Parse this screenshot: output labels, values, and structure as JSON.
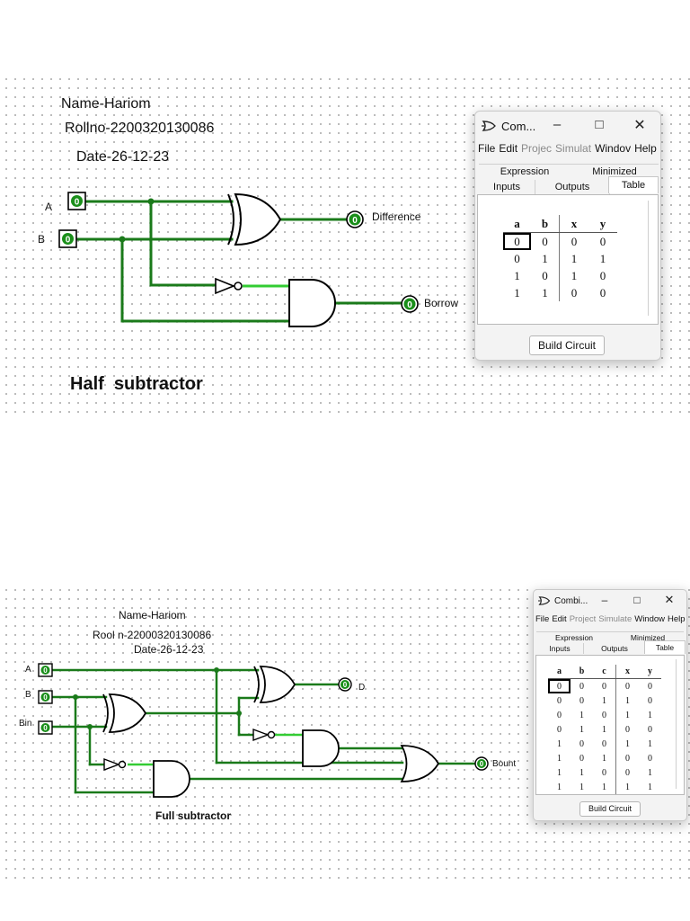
{
  "half": {
    "labels": {
      "name": "Name-Hariom",
      "roll": "Rollno-2200320130086",
      "date": "Date-26-12-23",
      "title": "Half  subtractor"
    },
    "inputs": [
      {
        "name": "A",
        "value": "0"
      },
      {
        "name": "B",
        "value": "0"
      }
    ],
    "outputs": [
      {
        "name": "Difference",
        "value": "0"
      },
      {
        "name": "Borrow",
        "value": "0"
      }
    ],
    "window": {
      "title": "Com...",
      "menu": [
        "File",
        "Edit",
        "Projec",
        "Simulat",
        "Windov",
        "Help"
      ],
      "tabs_back": [
        "Expression",
        "Minimized"
      ],
      "tabs_front": [
        "Inputs",
        "Outputs",
        "Table"
      ],
      "active_tab": "Table",
      "columns": [
        "a",
        "b",
        "x",
        "y"
      ],
      "rows": [
        [
          "0",
          "0",
          "0",
          "0"
        ],
        [
          "0",
          "1",
          "1",
          "1"
        ],
        [
          "1",
          "0",
          "1",
          "0"
        ],
        [
          "1",
          "1",
          "0",
          "0"
        ]
      ],
      "button": "Build Circuit"
    }
  },
  "full": {
    "labels": {
      "name": "Name-Hariom",
      "roll": "Rool n-22000320130086",
      "date": "Date-26-12-23",
      "title": "Full subtractor"
    },
    "inputs": [
      {
        "name": "A",
        "value": "0"
      },
      {
        "name": "B",
        "value": "0"
      },
      {
        "name": "Bin",
        "value": "0"
      }
    ],
    "outputs": [
      {
        "name": "D",
        "value": "0"
      },
      {
        "name": "Bount",
        "value": "0"
      }
    ],
    "window": {
      "title": "Combi...",
      "menu": [
        "File",
        "Edit",
        "Project",
        "Simulate",
        "Window",
        "Help"
      ],
      "tabs_back": [
        "Expression",
        "Minimized"
      ],
      "tabs_front": [
        "Inputs",
        "Outputs",
        "Table"
      ],
      "active_tab": "Table",
      "columns": [
        "a",
        "b",
        "c",
        "x",
        "y"
      ],
      "rows": [
        [
          "0",
          "0",
          "0",
          "0",
          "0"
        ],
        [
          "0",
          "0",
          "1",
          "1",
          "0"
        ],
        [
          "0",
          "1",
          "0",
          "1",
          "1"
        ],
        [
          "0",
          "1",
          "1",
          "0",
          "0"
        ],
        [
          "1",
          "0",
          "0",
          "1",
          "1"
        ],
        [
          "1",
          "0",
          "1",
          "0",
          "0"
        ],
        [
          "1",
          "1",
          "0",
          "0",
          "1"
        ],
        [
          "1",
          "1",
          "1",
          "1",
          "1"
        ]
      ],
      "button": "Build Circuit"
    }
  },
  "colors": {
    "wire_on": "#1a7a1a",
    "wire_bright": "#33cc33",
    "gate_stroke": "#000000",
    "pin_fill": "#1a8f1a",
    "dot_grid": "#9a9a9a"
  }
}
